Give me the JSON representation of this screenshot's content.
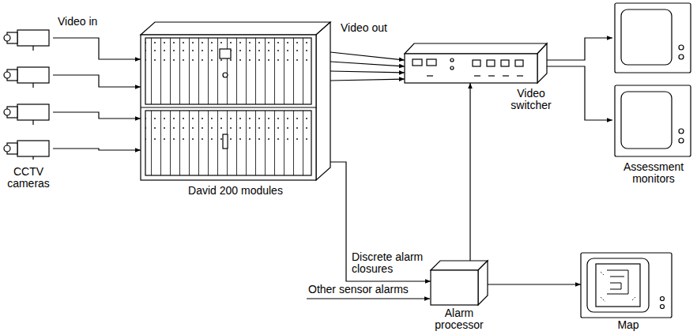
{
  "diagram": {
    "nodes": [
      {
        "text": [
          "CCTV cameras"
        ]
      },
      {
        "text": [
          "David 200 modules"
        ]
      },
      {
        "text": [
          "Video switcher"
        ]
      },
      {
        "text": [
          "Assessment monitors"
        ]
      },
      {
        "text": [
          "Alarm processor"
        ]
      },
      {
        "text": [
          "Map"
        ]
      }
    ],
    "edges": [
      {
        "from": 0,
        "to": 1,
        "arrow": "to",
        "label": "Video in"
      },
      {
        "from": 0,
        "to": 1,
        "arrow": "to"
      },
      {
        "from": 0,
        "to": 1,
        "arrow": "to"
      },
      {
        "from": 0,
        "to": 1,
        "arrow": "to"
      },
      {
        "from": 1,
        "to": 2,
        "arrow": "to",
        "label": "Video out"
      },
      {
        "from": 1,
        "to": 2,
        "arrow": "to"
      },
      {
        "from": 1,
        "to": 2,
        "arrow": "to"
      },
      {
        "from": 1,
        "to": 2,
        "arrow": "to"
      },
      {
        "from": 2,
        "to": 3,
        "arrow": "to"
      },
      {
        "from": 2,
        "to": 3,
        "arrow": "to"
      },
      {
        "from": 1,
        "to": 4,
        "arrow": "to",
        "label": "Discrete alarm closures"
      },
      {
        "from": 4,
        "to": 2,
        "arrow": "to"
      },
      {
        "from": 4,
        "to": 5,
        "arrow": "to"
      }
    ],
    "labels": [
      "Other sensor alarms"
    ]
  }
}
